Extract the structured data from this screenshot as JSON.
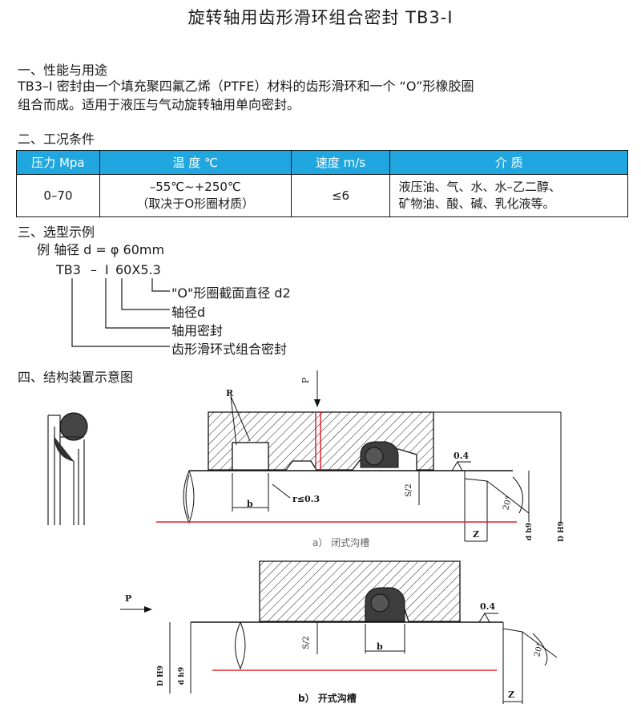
{
  "title": "旋转轴用齿形滑环组合密封 TB3-I",
  "sections": {
    "s1": {
      "heading": "一、性能与用途",
      "line1": "TB3–I 密封由一个填充聚四氟乙烯（PTFE）材料的齿形滑环和一个 “O”形橡胶圈",
      "line2": "组合而成。适用于液压与气动旋转轴用单向密封。"
    },
    "s2": {
      "heading": "二、工况条件"
    },
    "s3": {
      "heading": "三、选型示例"
    },
    "s4": {
      "heading": "四、结构装置示意图"
    }
  },
  "table": {
    "headers": [
      "压力 Mpa",
      "温 度 ℃",
      "速度 m/s",
      "介  质"
    ],
    "row": {
      "pressure": "0–70",
      "temp_line1": "–55℃~+250℃",
      "temp_line2": "（取决于O形圈材质）",
      "speed": "≤6",
      "medium_line1": "液压油、气、水、水–乙二醇、",
      "medium_line2": "矿物油、酸、碱、乳化液等。"
    }
  },
  "example": {
    "line": "例 轴径 d = φ 60mm",
    "code_parts": [
      "TB3",
      "–",
      "I",
      "60X5.3"
    ],
    "callouts": [
      "\"O\"形圈截面直径  d2",
      "轴径d",
      "轴用密封",
      "齿形滑环式组合密封"
    ]
  },
  "diagram": {
    "top": {
      "caption": "a） 闭式沟槽",
      "label_R": "R",
      "label_P": "P",
      "label_b": "b",
      "label_r": "r≤0.3",
      "label_S2": "S/2",
      "label_roughness": "0.4",
      "label_angle": "20°",
      "label_Z": "Z",
      "label_d": "d h9",
      "label_D": "D H9"
    },
    "bottom": {
      "caption": "b） 开式沟槽",
      "label_P": "P",
      "label_b": "b",
      "label_S2": "S/2",
      "label_roughness": "0.4",
      "label_angle": "20°",
      "label_Z": "Z",
      "label_d": "d h9",
      "label_D": "D H9"
    }
  },
  "colors": {
    "header_blue": "#21a7e0",
    "center_line_red": "#e0202a"
  }
}
